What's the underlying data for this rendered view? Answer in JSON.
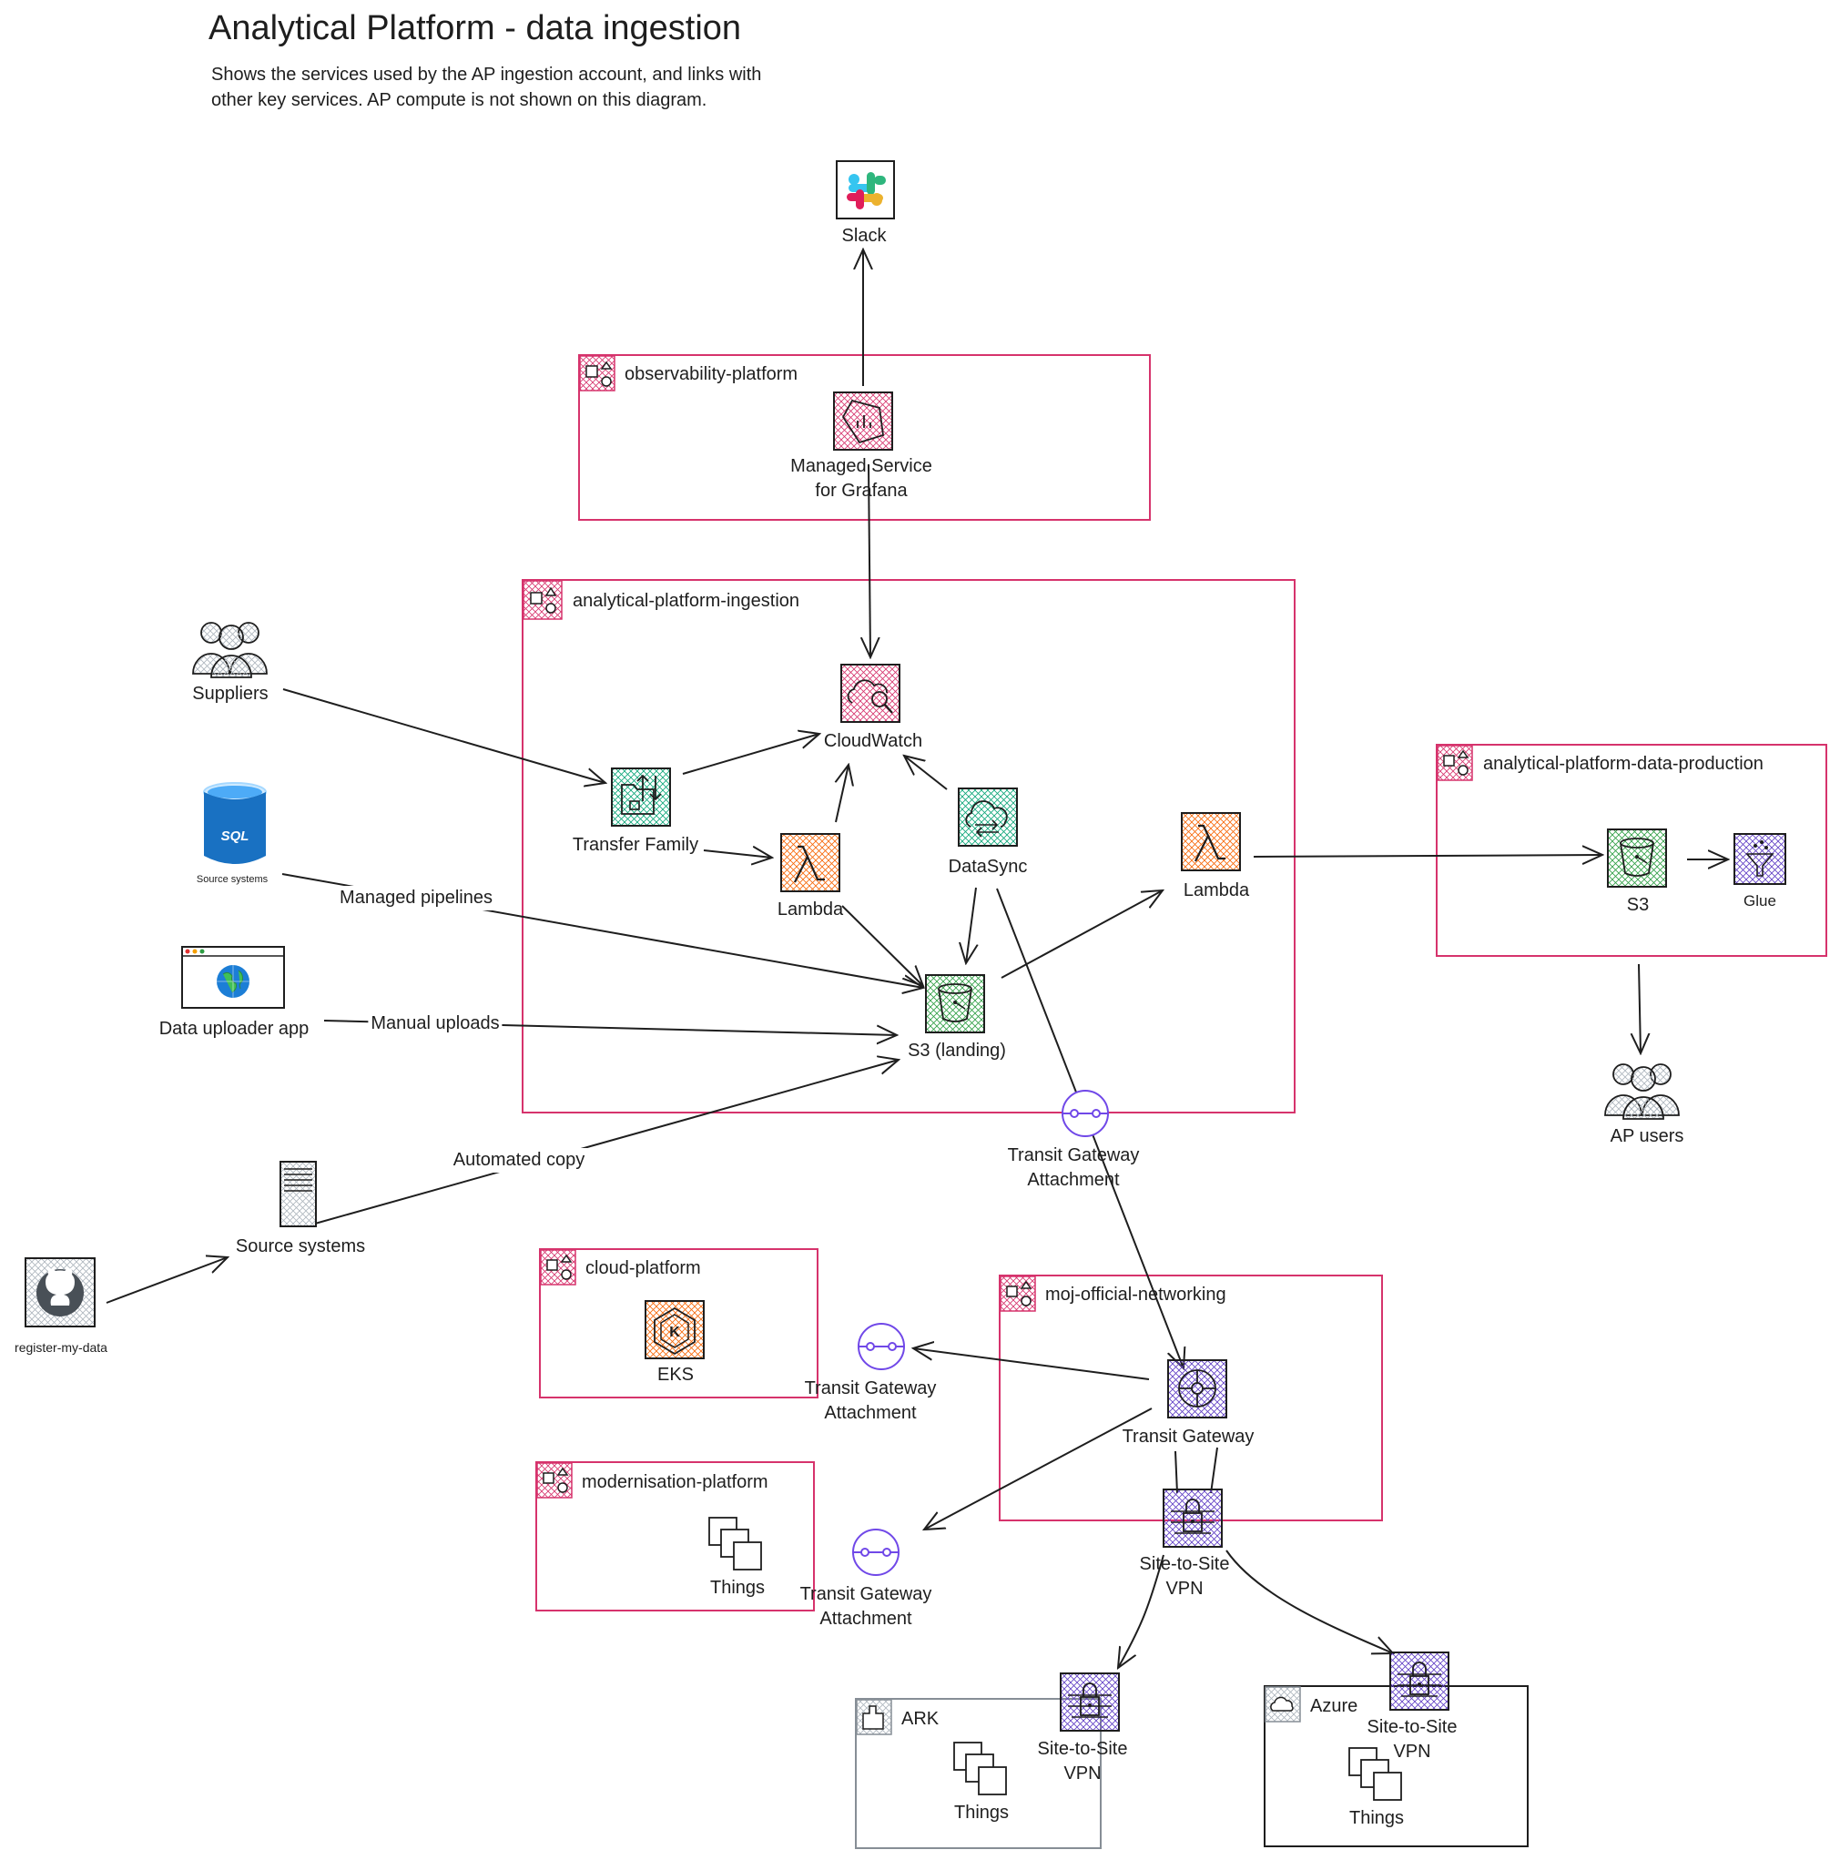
{
  "header": {
    "title": "Analytical Platform - data ingestion",
    "subtitle": "Shows the services used by the AP ingestion account, and links with\nother key services. AP compute is not shown on this diagram."
  },
  "colors": {
    "account_border": "#d6336c",
    "onprem_border": "#868e96",
    "cloud_border": "#1e1e1e",
    "monitoring": "#d6336c",
    "migration": "#0ca678",
    "compute": "#f76707",
    "storage": "#2f9e44",
    "networking": "#5f3dc4",
    "analytics": "#5f3dc4",
    "edge": "#1e1e1e",
    "sql_blue": "#1971c2"
  },
  "boxes": {
    "observability": "observability-platform",
    "ingestion": "analytical-platform-ingestion",
    "data_production": "analytical-platform-data-production",
    "cloud_platform": "cloud-platform",
    "moj_networking": "moj-official-networking",
    "modernisation": "modernisation-platform",
    "ark": "ARK",
    "azure": "Azure"
  },
  "nodes": {
    "slack": "Slack",
    "grafana": "Managed Service\nfor Grafana",
    "cloudwatch": "CloudWatch",
    "transfer_family": "Transfer Family",
    "lambda_ingest": "Lambda",
    "datasync": "DataSync",
    "lambda_notify": "Lambda",
    "s3_landing": "S3 (landing)",
    "s3_prod": "S3",
    "glue": "Glue",
    "ap_users": "AP users",
    "suppliers": "Suppliers",
    "sql_source": "Source systems",
    "data_uploader": "Data uploader app",
    "source_systems": "Source systems",
    "register_my_data": "register-my-data",
    "tgw_attach_ingest": "Transit Gateway\nAttachment",
    "tgw_attach_cloud": "Transit Gateway\nAttachment",
    "tgw_attach_mod": "Transit Gateway\nAttachment",
    "transit_gateway": "Transit Gateway",
    "vpn_moj": "Site-to-Site\nVPN",
    "vpn_ark": "Site-to-Site\nVPN",
    "vpn_azure": "Site-to-Site\nVPN",
    "eks": "EKS",
    "things_mod": "Things",
    "things_ark": "Things",
    "things_azure": "Things"
  },
  "edges": {
    "managed_pipelines": "Managed pipelines",
    "manual_uploads": "Manual uploads",
    "automated_copy": "Automated copy"
  },
  "icons": {
    "slack": "slack-logo-icon",
    "grafana": "grafana-icon",
    "cloudwatch": "cloudwatch-icon",
    "transfer_family": "transfer-family-icon",
    "lambda": "lambda-icon",
    "datasync": "datasync-icon",
    "s3": "s3-bucket-icon",
    "glue": "glue-icon",
    "users": "users-icon",
    "sql": "sql-database-icon",
    "browser": "browser-window-icon",
    "server": "server-icon",
    "github": "github-icon",
    "tgw_attachment": "transit-gateway-attachment-icon",
    "transit_gateway": "transit-gateway-icon",
    "vpn": "site-to-site-vpn-icon",
    "eks": "eks-icon",
    "things": "things-icon",
    "account": "aws-account-icon",
    "building": "building-icon",
    "cloud": "cloud-icon"
  }
}
